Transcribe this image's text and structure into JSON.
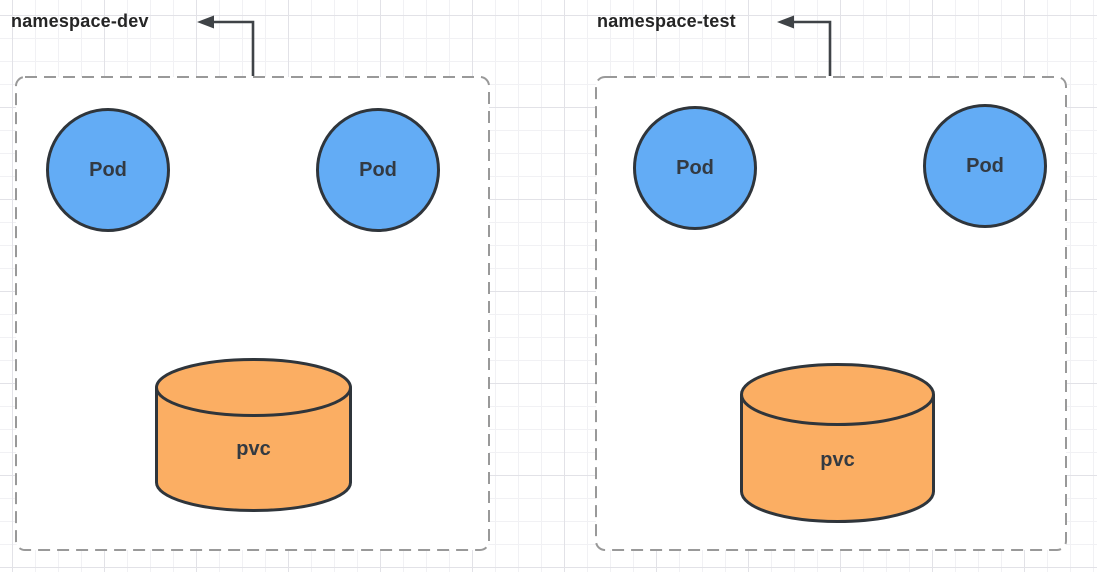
{
  "colors": {
    "pod_fill": "#63ACF5",
    "pvc_fill": "#FBAE63",
    "shape_stroke": "#2F353B",
    "box_border": "#999999",
    "arrow": "#3F4347",
    "label_text": "#252525",
    "shape_label_text": "#333A42"
  },
  "namespaces": [
    {
      "label": "namespace-dev",
      "pods": [
        {
          "label": "Pod"
        },
        {
          "label": "Pod"
        }
      ],
      "pvc": {
        "label": "pvc"
      }
    },
    {
      "label": "namespace-test",
      "pods": [
        {
          "label": "Pod"
        },
        {
          "label": "Pod"
        }
      ],
      "pvc": {
        "label": "pvc"
      }
    }
  ]
}
